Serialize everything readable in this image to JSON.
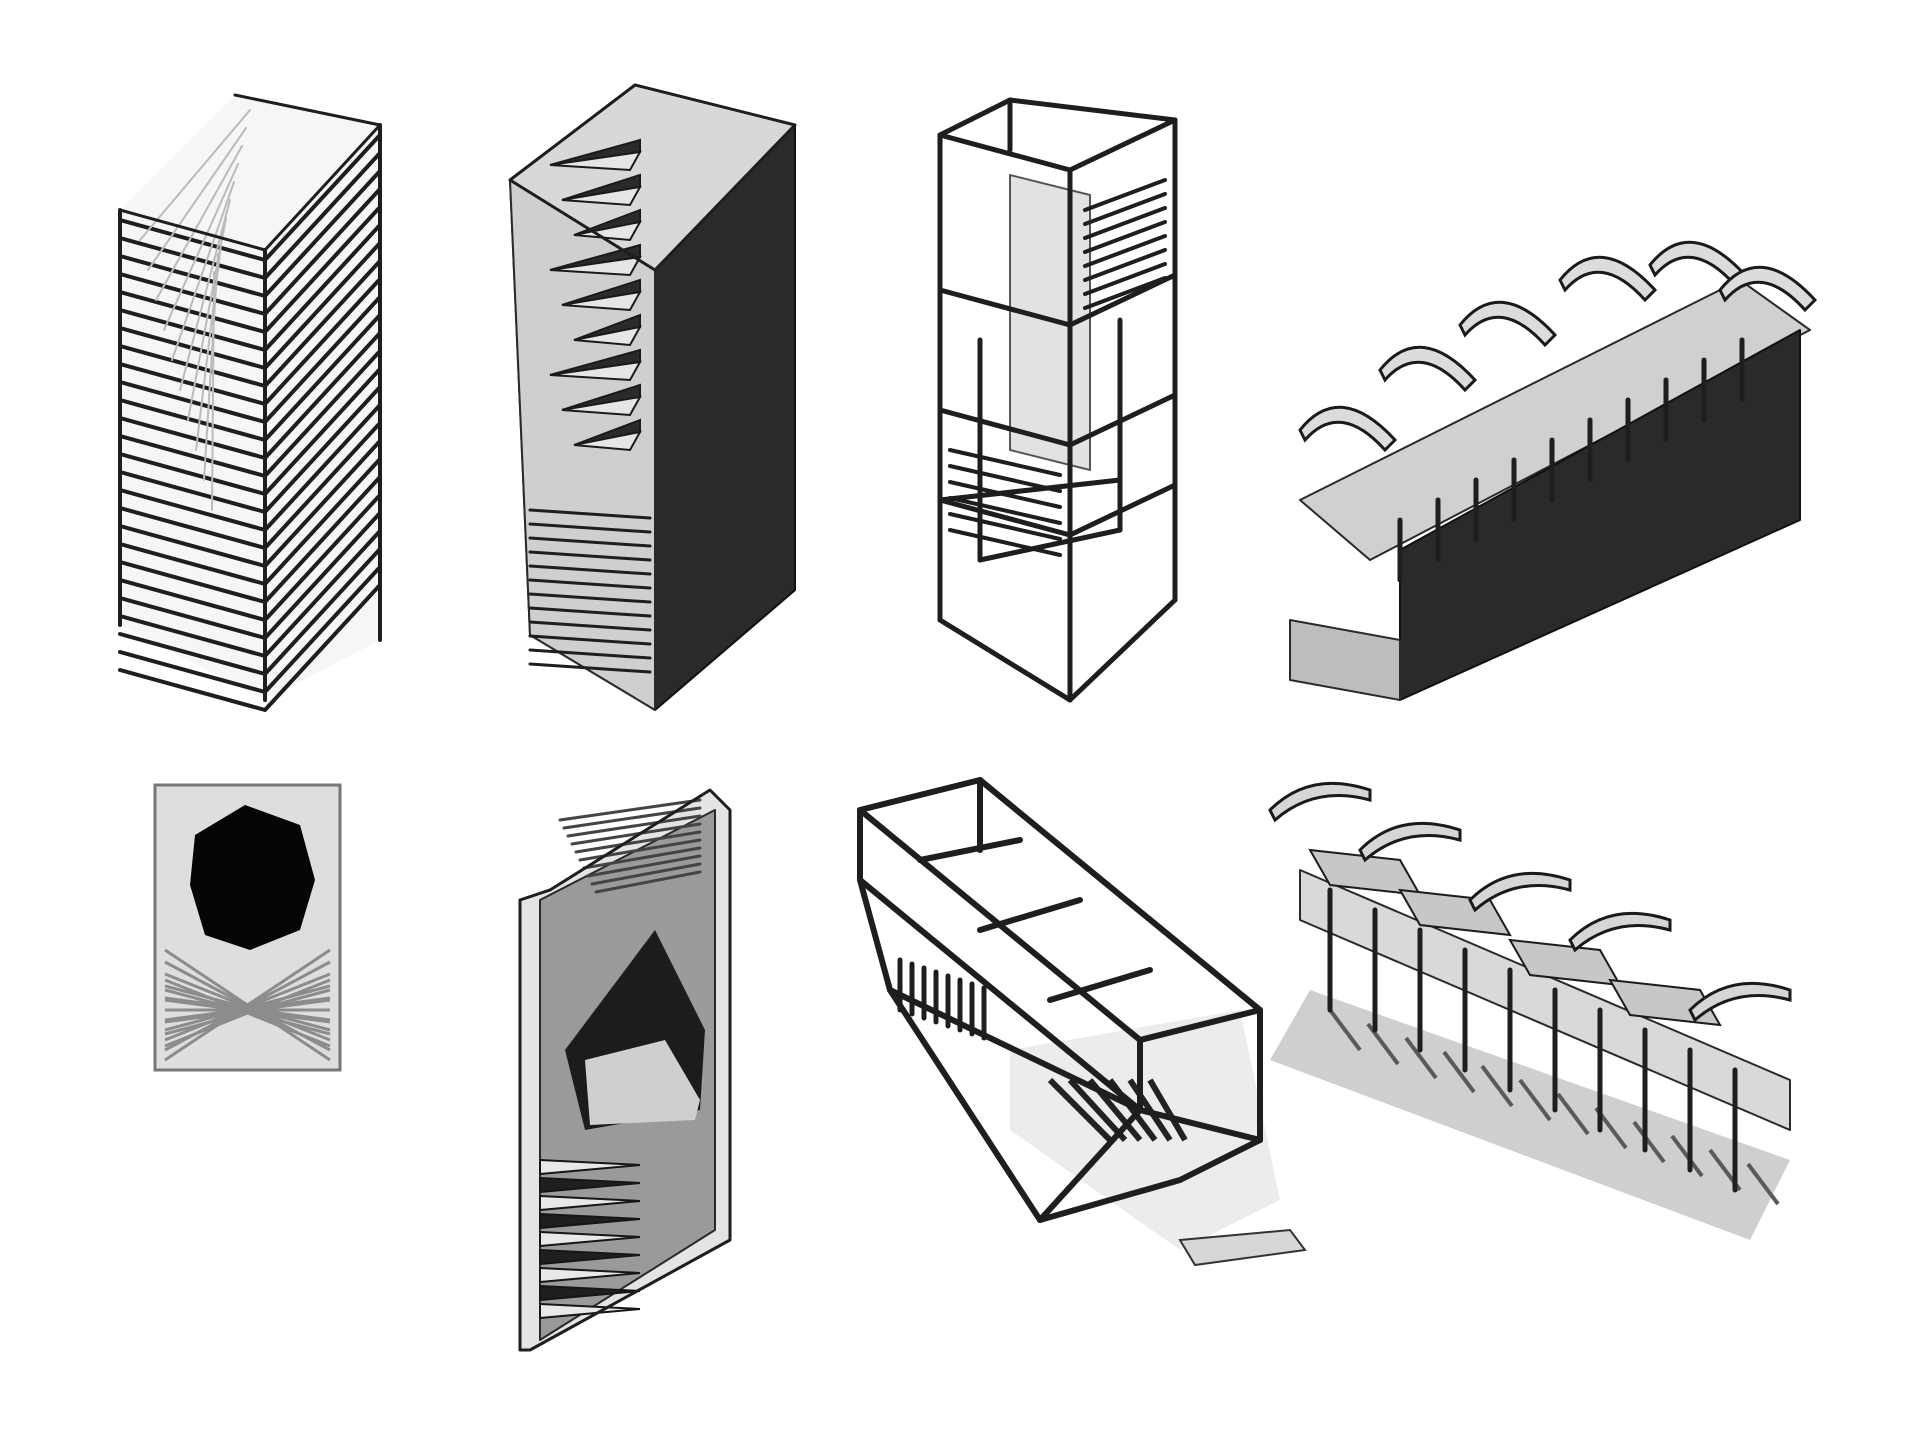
{
  "models": [
    {
      "id": "slatted-tower",
      "row": 1,
      "column": 1,
      "view": "axonometric"
    },
    {
      "id": "spiral-stair-tower",
      "row": 1,
      "column": 2,
      "view": "axonometric"
    },
    {
      "id": "frame-tower",
      "row": 1,
      "column": 3,
      "view": "axonometric"
    },
    {
      "id": "arched-wall-volume",
      "row": 1,
      "column": 4,
      "view": "axonometric"
    },
    {
      "id": "slatted-tower-plan",
      "row": 2,
      "column": 1,
      "view": "plan"
    },
    {
      "id": "spiral-stair-tower-lying",
      "row": 2,
      "column": 2,
      "view": "axonometric"
    },
    {
      "id": "frame-tower-lying",
      "row": 2,
      "column": 3,
      "view": "axonometric"
    },
    {
      "id": "arched-volume-open",
      "row": 2,
      "column": 4,
      "view": "axonometric"
    }
  ],
  "colors": {
    "background": "#ffffff",
    "ink": "#1e1e1e",
    "card": "#efefef",
    "mid": "#c9c9c9",
    "dark": "#2a2a2a"
  }
}
